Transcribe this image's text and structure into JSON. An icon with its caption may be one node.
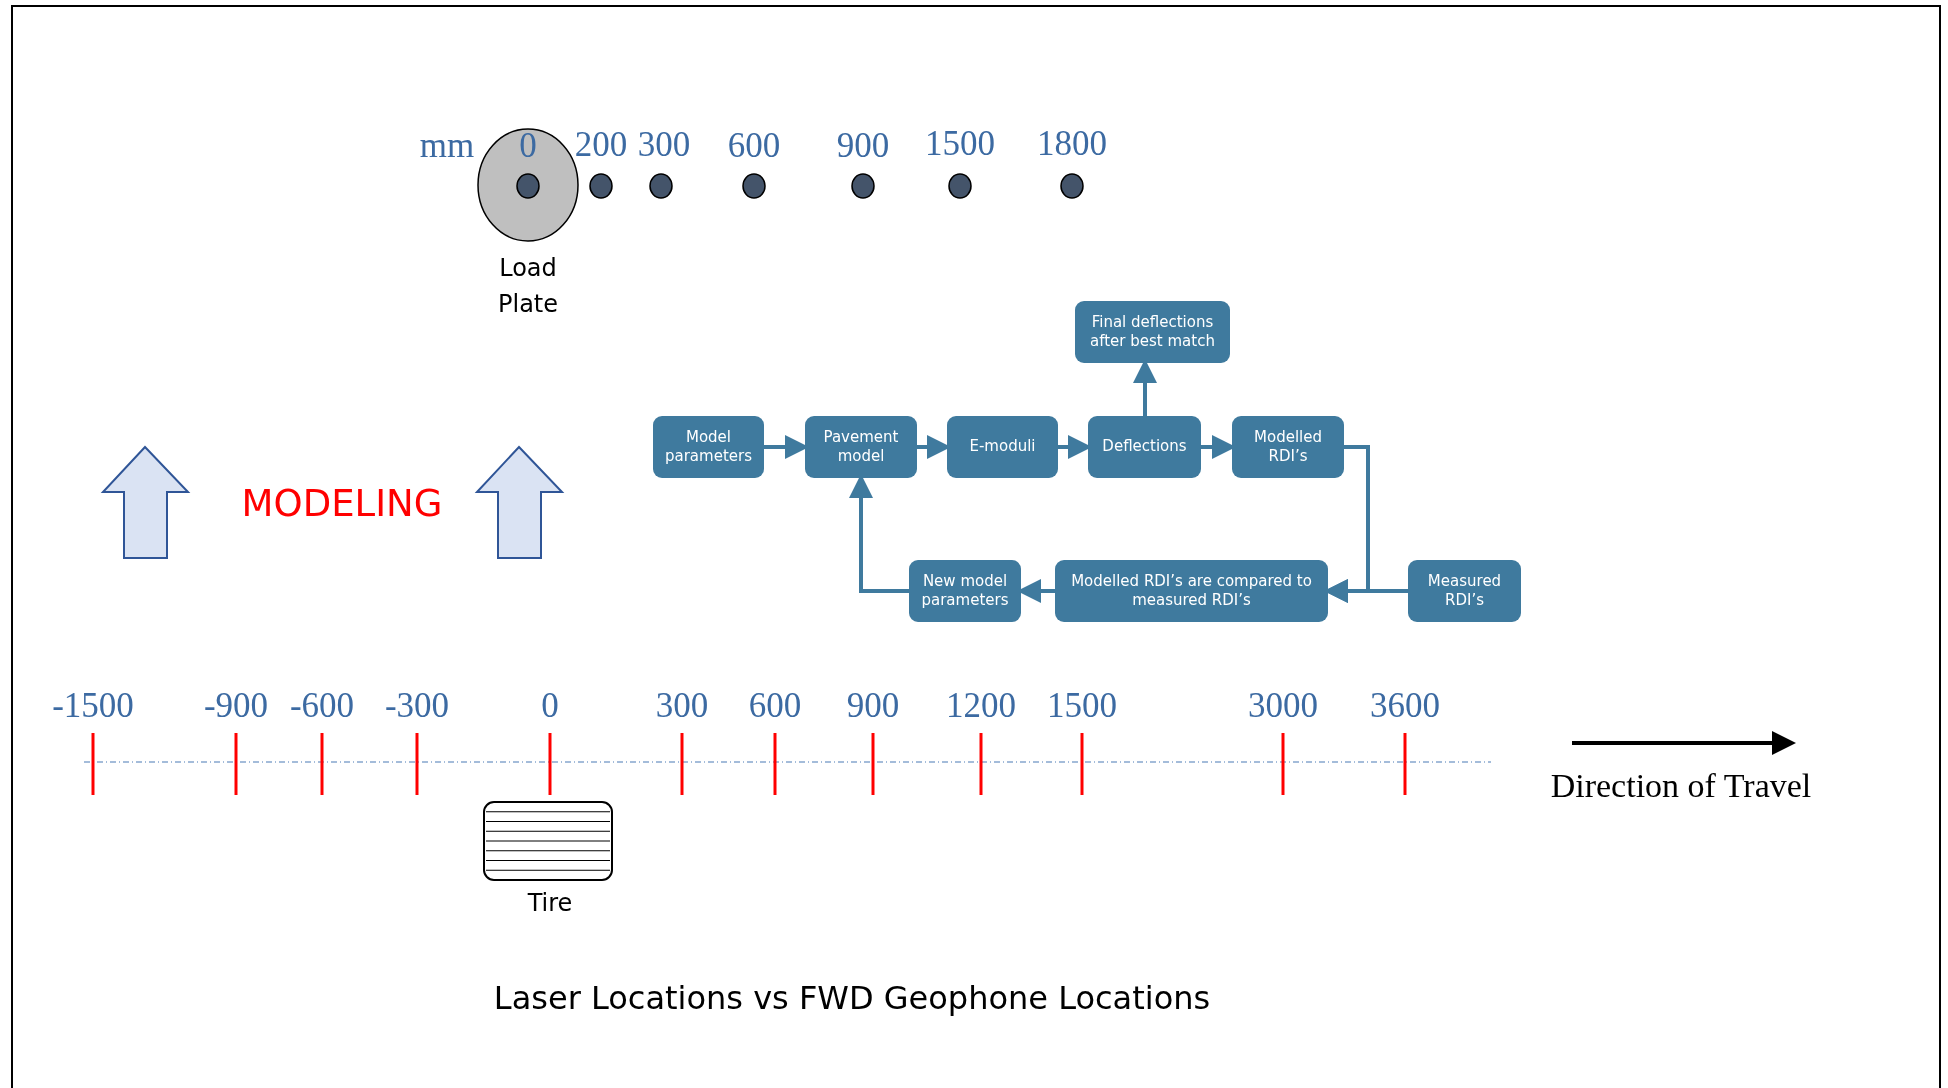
{
  "diagram": {
    "caption": "Laser Locations vs FWD Geophone Locations",
    "nodes": [
      {
        "text": [
          "Final deflections after best match"
        ]
      },
      {
        "text": [
          "Model parameters"
        ]
      },
      {
        "text": [
          "Pavement model"
        ]
      },
      {
        "text": [
          "E-moduli"
        ]
      },
      {
        "text": [
          "Deflections"
        ]
      },
      {
        "text": [
          "Modelled RDI’s"
        ]
      },
      {
        "text": [
          "New model parameters"
        ]
      },
      {
        "text": [
          "Modelled RDI’s are compared to measured RDI’s"
        ]
      },
      {
        "text": [
          "Measured RDI’s"
        ]
      }
    ],
    "edges": [
      {
        "from": 1,
        "to": 2,
        "arrow": "to"
      },
      {
        "from": 2,
        "to": 3,
        "arrow": "to"
      },
      {
        "from": 3,
        "to": 4,
        "arrow": "to"
      },
      {
        "from": 4,
        "to": 5,
        "arrow": "to"
      },
      {
        "from": 4,
        "to": 0,
        "arrow": "to"
      },
      {
        "from": 5,
        "to": 7,
        "arrow": "to"
      },
      {
        "from": 8,
        "to": 7,
        "arrow": "to"
      },
      {
        "from": 7,
        "to": 6,
        "arrow": "to"
      },
      {
        "from": 6,
        "to": 2,
        "arrow": "to"
      }
    ],
    "labels": [
      "mm",
      "0",
      "200",
      "300",
      "600",
      "900",
      "1500",
      "1800",
      "Load Plate",
      "MODELING",
      "-1500",
      "-900",
      "-600",
      "-300",
      "0",
      "300",
      "600",
      "900",
      "1200",
      "1500",
      "3000",
      "3600",
      "Direction of Travel",
      "Tire"
    ]
  }
}
